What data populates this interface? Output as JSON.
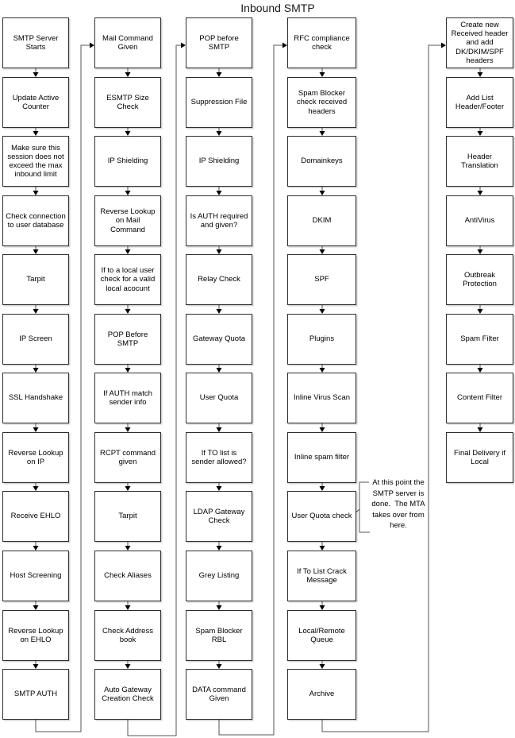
{
  "title": "Inbound SMTP",
  "columns": [
    {
      "name": "column-1",
      "boxes": [
        "SMTP Server Starts",
        "Update Active Counter",
        "Make sure this session does not exceed the max inbound limit",
        "Check connection to user database",
        "Tarpit",
        "IP Screen",
        "SSL Handshake",
        "Reverse Lookup on IP",
        "Receive EHLO",
        "Host Screening",
        "Reverse Lookup on EHLO",
        "SMTP AUTH"
      ]
    },
    {
      "name": "column-2",
      "boxes": [
        "Mail Command Given",
        "ESMTP Size Check",
        "IP Shielding",
        "Reverse Lookup on Mail Command",
        "If to a local user check for a valid local acocunt",
        "POP Before SMTP",
        "If AUTH match sender info",
        "RCPT command given",
        "Tarpit",
        "Check Aliases",
        "Check Address book",
        "Auto Gateway Creation Check"
      ]
    },
    {
      "name": "column-3",
      "boxes": [
        "POP before SMTP",
        "Suppression File",
        "IP Shielding",
        "Is AUTH required and given?",
        "Relay Check",
        "Gateway Quota",
        "User Quota",
        "If TO list is sender allowed?",
        "LDAP Gateway Check",
        "Grey Listing",
        "Spam Blocker RBL",
        "DATA command Given"
      ]
    },
    {
      "name": "column-4",
      "boxes": [
        "RFC compliance check",
        "Spam Blocker check received headers",
        "Domainkeys",
        "DKIM",
        "SPF",
        "Plugins",
        "Inline Virus Scan",
        "Inline spam filter",
        "User Quota check",
        "If To List Crack Message",
        "Local/Remote Queue",
        "Archive"
      ]
    },
    {
      "name": "column-5",
      "boxes": [
        "Create new Received header and add DK/DKIM/SPF headers",
        "Add List Header/Footer",
        "Header Translation",
        "AntiVirus",
        "Outbreak Protection",
        "Spam Filter",
        "Content Filter",
        "Final Delivery if Local"
      ]
    }
  ],
  "annotation": {
    "text": "At this point the\nSMTP server is\ndone.  The MTA\ntakes over from\nhere."
  },
  "colors": {
    "box_border": "#2e2e2e",
    "connector": "#555555",
    "arrowhead": "#000000",
    "text": "#000000",
    "background": "#ffffff"
  }
}
